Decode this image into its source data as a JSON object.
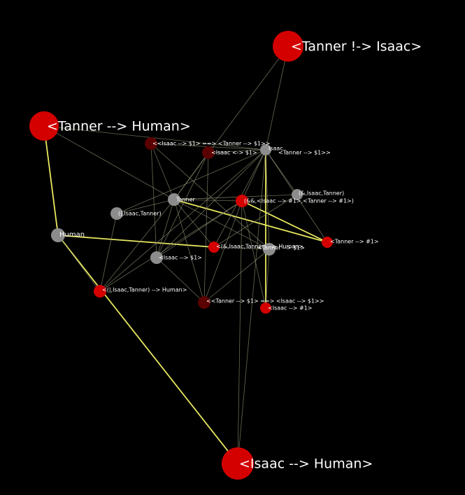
{
  "graph": {
    "background": "#000000",
    "colors": {
      "term_node": "#8c8c8c",
      "statement_node_strong": "#d40000",
      "statement_node_mid": "#b80000",
      "statement_node_weak": "#5a0000",
      "edge_strong": "#e8e860",
      "edge_weak": "#8c8c72"
    },
    "nodes": [
      {
        "id": "n1",
        "label": "<Tanner !-> Isaac>",
        "kind": "statement",
        "strength": "strong",
        "size": "large"
      },
      {
        "id": "n2",
        "label": "<Tanner --> Human>",
        "kind": "statement",
        "strength": "strong",
        "size": "large"
      },
      {
        "id": "n3",
        "label": "<Isaac --> Human>",
        "kind": "statement",
        "strength": "strong",
        "size": "large"
      },
      {
        "id": "n4",
        "label": "<<Isaac --> $1> ==> <Tanner --> $1>>",
        "kind": "statement",
        "strength": "weak",
        "size": "small"
      },
      {
        "id": "n5",
        "label": "<Isaac <-> $1>",
        "kind": "statement",
        "strength": "weak",
        "size": "small"
      },
      {
        "id": "n6",
        "label": "Isaac",
        "kind": "term",
        "strength": "none",
        "size": "small"
      },
      {
        "id": "n7",
        "label": "<Tanner --> $1>>",
        "kind": "statement",
        "strength": "none",
        "size": "none"
      },
      {
        "id": "n8",
        "label": "Tanner",
        "kind": "term",
        "strength": "none",
        "size": "small"
      },
      {
        "id": "n9",
        "label": "(&&,<Isaac --> #1>,<Tanner --> #1>)",
        "kind": "statement",
        "strength": "strong",
        "size": "small"
      },
      {
        "id": "n10",
        "label": "(&,Isaac,Tanner)",
        "kind": "term",
        "strength": "none",
        "size": "small"
      },
      {
        "id": "n11",
        "label": "(|,Isaac,Tanner)",
        "kind": "term",
        "strength": "none",
        "size": "small"
      },
      {
        "id": "n12",
        "label": "Human",
        "kind": "term",
        "strength": "none",
        "size": "small"
      },
      {
        "id": "n13",
        "label": "<(&,Isaac,Tanner) --> Human>",
        "kind": "statement",
        "strength": "strong",
        "size": "small"
      },
      {
        "id": "n14",
        "label": "<Tanner --> #1>",
        "kind": "statement",
        "strength": "strong",
        "size": "small"
      },
      {
        "id": "n15",
        "label": "<Tanner --> $1>",
        "kind": "term",
        "strength": "none",
        "size": "small"
      },
      {
        "id": "n16",
        "label": "<Isaac --> $1>",
        "kind": "term",
        "strength": "none",
        "size": "small"
      },
      {
        "id": "n17",
        "label": "<(|,Isaac,Tanner) --> Human>",
        "kind": "statement",
        "strength": "strong",
        "size": "small"
      },
      {
        "id": "n18",
        "label": "<<Tanner --> $1> ==> <Isaac --> $1>>",
        "kind": "statement",
        "strength": "weak",
        "size": "small"
      },
      {
        "id": "n19",
        "label": "<Isaac --> #1>",
        "kind": "statement",
        "strength": "strong",
        "size": "small"
      }
    ],
    "edges": [
      {
        "from": "n2",
        "to": "n12",
        "strength": "strong"
      },
      {
        "from": "n12",
        "to": "n3",
        "strength": "strong"
      },
      {
        "from": "n12",
        "to": "n13",
        "strength": "strong"
      },
      {
        "from": "n8",
        "to": "n14",
        "strength": "strong"
      },
      {
        "from": "n9",
        "to": "n14",
        "strength": "strong"
      },
      {
        "from": "n6",
        "to": "n19",
        "strength": "strong"
      },
      {
        "from": "n1",
        "to": "n6",
        "strength": "weak"
      },
      {
        "from": "n1",
        "to": "n8",
        "strength": "weak"
      },
      {
        "from": "n2",
        "to": "n6",
        "strength": "weak"
      },
      {
        "from": "n2",
        "to": "n8",
        "strength": "weak"
      },
      {
        "from": "n3",
        "to": "n6",
        "strength": "weak"
      },
      {
        "from": "n4",
        "to": "n16",
        "strength": "weak"
      },
      {
        "from": "n4",
        "to": "n8",
        "strength": "weak"
      },
      {
        "from": "n4",
        "to": "n15",
        "strength": "weak"
      },
      {
        "from": "n4",
        "to": "n6",
        "strength": "weak"
      },
      {
        "from": "n5",
        "to": "n6",
        "strength": "weak"
      },
      {
        "from": "n5",
        "to": "n16",
        "strength": "weak"
      },
      {
        "from": "n5",
        "to": "n8",
        "strength": "weak"
      },
      {
        "from": "n5",
        "to": "n18",
        "strength": "weak"
      },
      {
        "from": "n6",
        "to": "n9",
        "strength": "weak"
      },
      {
        "from": "n6",
        "to": "n10",
        "strength": "weak"
      },
      {
        "from": "n6",
        "to": "n11",
        "strength": "weak"
      },
      {
        "from": "n6",
        "to": "n13",
        "strength": "weak"
      },
      {
        "from": "n6",
        "to": "n16",
        "strength": "weak"
      },
      {
        "from": "n6",
        "to": "n15",
        "strength": "weak"
      },
      {
        "from": "n6",
        "to": "n17",
        "strength": "weak"
      },
      {
        "from": "n6",
        "to": "n14",
        "strength": "weak"
      },
      {
        "from": "n8",
        "to": "n9",
        "strength": "weak"
      },
      {
        "from": "n8",
        "to": "n10",
        "strength": "weak"
      },
      {
        "from": "n8",
        "to": "n11",
        "strength": "weak"
      },
      {
        "from": "n8",
        "to": "n13",
        "strength": "weak"
      },
      {
        "from": "n8",
        "to": "n15",
        "strength": "weak"
      },
      {
        "from": "n8",
        "to": "n16",
        "strength": "weak"
      },
      {
        "from": "n8",
        "to": "n17",
        "strength": "weak"
      },
      {
        "from": "n8",
        "to": "n18",
        "strength": "weak"
      },
      {
        "from": "n9",
        "to": "n19",
        "strength": "weak"
      },
      {
        "from": "n9",
        "to": "n16",
        "strength": "weak"
      },
      {
        "from": "n9",
        "to": "n18",
        "strength": "weak"
      },
      {
        "from": "n10",
        "to": "n13",
        "strength": "weak"
      },
      {
        "from": "n11",
        "to": "n17",
        "strength": "weak"
      },
      {
        "from": "n12",
        "to": "n17",
        "strength": "weak"
      },
      {
        "from": "n13",
        "to": "n15",
        "strength": "weak"
      },
      {
        "from": "n15",
        "to": "n18",
        "strength": "weak"
      },
      {
        "from": "n16",
        "to": "n18",
        "strength": "weak"
      },
      {
        "from": "n17",
        "to": "n9",
        "strength": "weak"
      },
      {
        "from": "n19",
        "to": "n15",
        "strength": "weak"
      },
      {
        "from": "n3",
        "to": "n9",
        "strength": "weak"
      }
    ]
  }
}
